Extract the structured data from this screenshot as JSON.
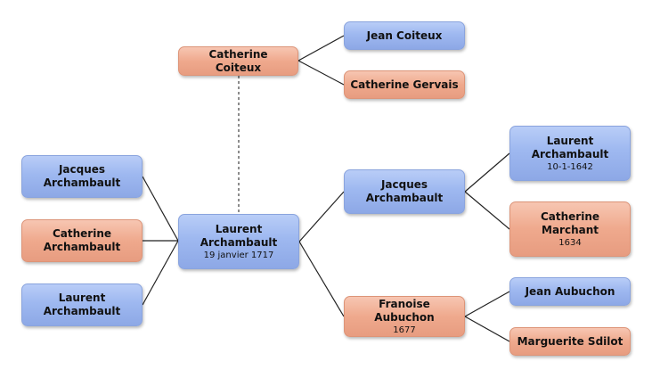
{
  "colors": {
    "male_box": "#9eb8f0",
    "female_box": "#efa98d",
    "connector": "#222222",
    "dashed_connector": "#666666"
  },
  "nodes": {
    "catherine_coiteux": {
      "name": "Catherine Coiteux",
      "date": ""
    },
    "jean_coiteux": {
      "name": "Jean Coiteux",
      "date": ""
    },
    "catherine_gervais": {
      "name": "Catherine Gervais",
      "date": ""
    },
    "jacques_archambault_left": {
      "name": "Jacques Archambault",
      "date": ""
    },
    "catherine_archambault": {
      "name": "Catherine Archambault",
      "date": ""
    },
    "laurent_archambault_left": {
      "name": "Laurent Archambault",
      "date": ""
    },
    "laurent_archambault_main": {
      "name": "Laurent Archambault",
      "date": "19 janvier 1717"
    },
    "jacques_archambault_father": {
      "name": "Jacques Archambault",
      "date": ""
    },
    "laurent_archambault_grandfather": {
      "name": "Laurent Archambault",
      "date": "10-1-1642"
    },
    "catherine_marchant": {
      "name": "Catherine Marchant",
      "date": "1634"
    },
    "franoise_aubuchon": {
      "name": "Franoise Aubuchon",
      "date": "1677"
    },
    "jean_aubuchon": {
      "name": "Jean Aubuchon",
      "date": ""
    },
    "marguerite_sdilot": {
      "name": "Marguerite Sdilot",
      "date": ""
    }
  }
}
